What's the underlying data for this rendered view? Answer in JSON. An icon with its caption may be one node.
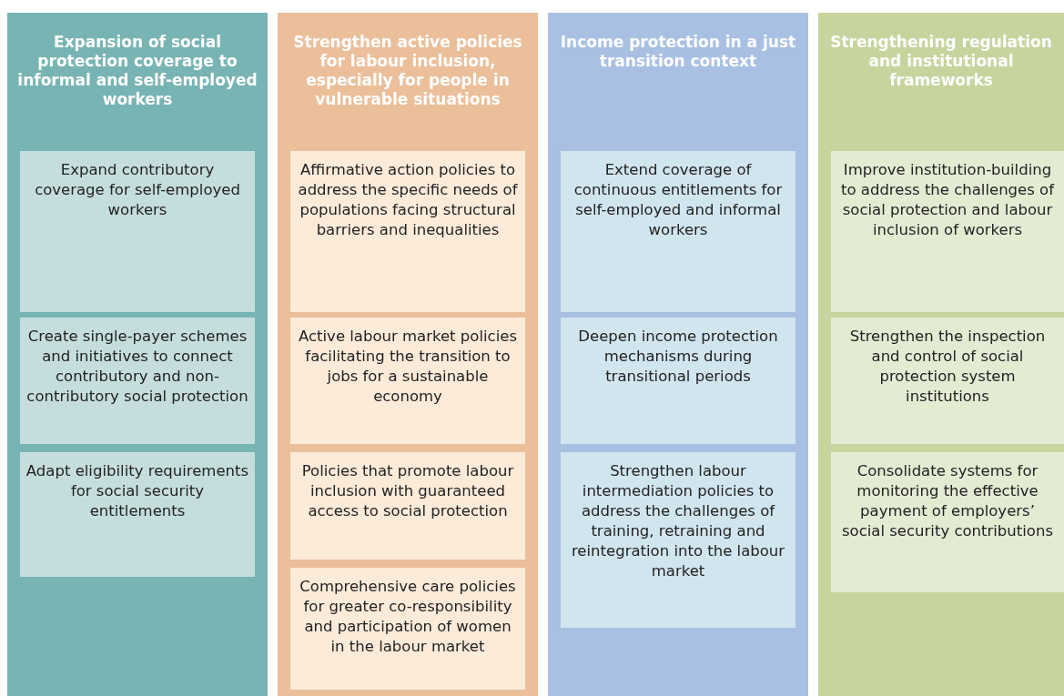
{
  "diagram": {
    "nodes": [
      {
        "text": [
          "Expansion of social protection coverage to informal and self-employed workers"
        ]
      },
      {
        "text": [
          "Expand contributory coverage for self-employed workers"
        ],
        "in": 0
      },
      {
        "text": [
          "Create single-payer schemes and initiatives to connect contributory and non-contributory social protection"
        ],
        "in": 0
      },
      {
        "text": [
          "Adapt eligibility requirements for social security entitlements"
        ],
        "in": 0
      },
      {
        "text": [
          "Strengthen active policies for labour inclusion, especially for people in vulnerable situations"
        ]
      },
      {
        "text": [
          "Affirmative action policies to address the specific needs of populations facing structural barriers and inequalities"
        ],
        "in": 4
      },
      {
        "text": [
          "Active labour market policies facilitating the transition to jobs for a sustainable economy"
        ],
        "in": 4
      },
      {
        "text": [
          "Policies that promote labour inclusion with guaranteed access to social protection"
        ],
        "in": 4
      },
      {
        "text": [
          "Comprehensive care policies for greater co-responsibility and participation of women in the labour market"
        ],
        "in": 4
      },
      {
        "text": [
          "Income protection in a just transition context"
        ]
      },
      {
        "text": [
          "Extend coverage of continuous entitlements for self-employed and informal workers"
        ],
        "in": 9
      },
      {
        "text": [
          "Deepen income protection mechanisms during transitional periods"
        ],
        "in": 9
      },
      {
        "text": [
          "Strengthen labour intermediation policies to address the challenges of training, retraining and reintegration into the labour market"
        ],
        "in": 9
      },
      {
        "text": [
          "Strengthening regulation and institutional frameworks"
        ]
      },
      {
        "text": [
          "Improve institution-building to address the challenges of social protection and labour inclusion of workers"
        ],
        "in": 13
      },
      {
        "text": [
          "Strengthen the inspection and control of social protection system institutions"
        ],
        "in": 13
      },
      {
        "text": [
          "Consolidate systems for monitoring the effective payment of employers’ social security contributions"
        ],
        "in": 13
      }
    ]
  }
}
